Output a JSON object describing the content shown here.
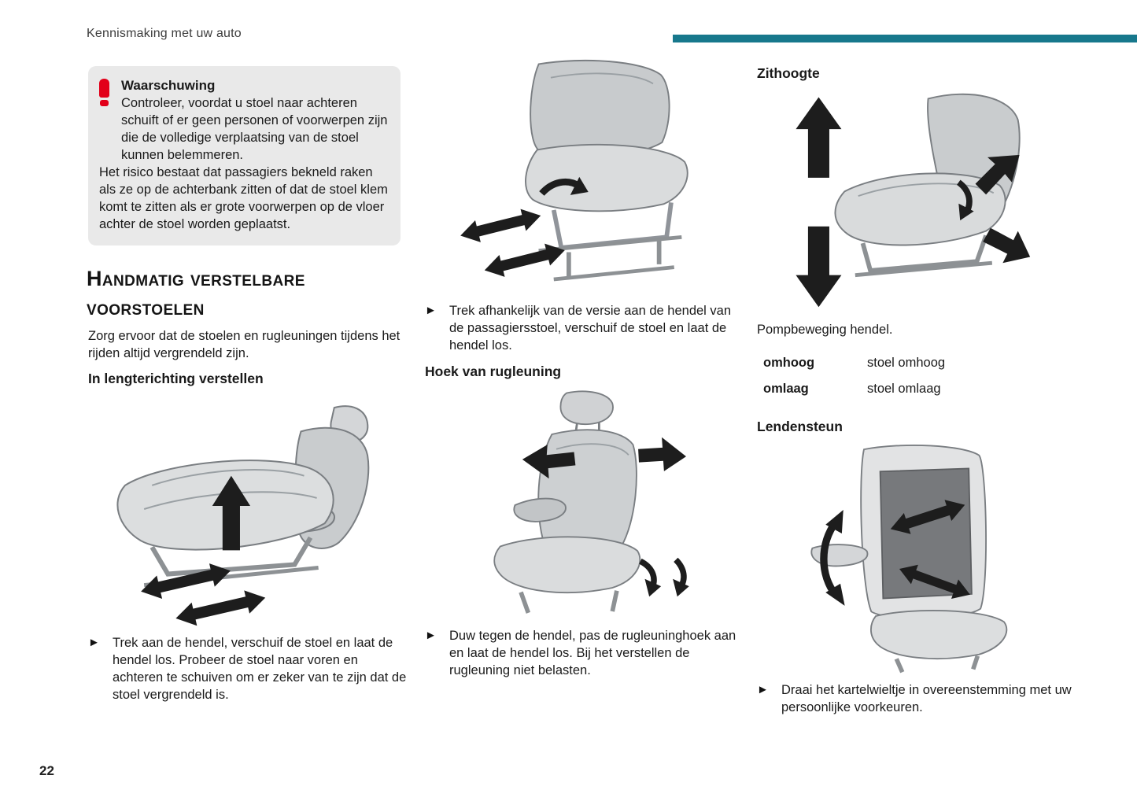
{
  "colors": {
    "teal": "#17788c",
    "warning_red": "#e2001a"
  },
  "ui": {
    "bullet_marker": "►"
  },
  "header": {
    "breadcrumb": "Kennismaking met uw auto"
  },
  "footer": {
    "page_number": "22"
  },
  "warning": {
    "title": "Waarschuwing",
    "p1": "Controleer, voordat u stoel naar achteren schuift of er geen personen of voorwerpen zijn die de volledige verplaatsing van de stoel kunnen belemmeren.",
    "p2": "Het risico bestaat dat passagiers bekneld raken als ze op de achterbank zitten of dat de stoel klem komt te zitten als er grote voorwerpen op de vloer achter de stoel worden geplaatst."
  },
  "section": {
    "title": "Handmatig verstelbare voorstoelen",
    "intro": "Zorg ervoor dat de stoelen en rugleuningen tijdens het rijden altijd vergrendeld zijn."
  },
  "length_adjust": {
    "heading": "In lengterichting verstellen",
    "bullet": "Trek aan de hendel, verschuif de stoel en laat de hendel los. Probeer de stoel naar voren en achteren te schuiven om er zeker van te zijn dat de stoel vergrendeld is."
  },
  "passenger_slide": {
    "bullet": "Trek afhankelijk van de versie aan de hendel van de passagiersstoel, verschuif de stoel en laat de hendel los."
  },
  "backrest_angle": {
    "heading": "Hoek van rugleuning",
    "bullet": "Duw tegen de hendel, pas de rugleuninghoek aan en laat de hendel los. Bij het verstellen de rugleuning niet belasten."
  },
  "seat_height": {
    "heading": "Zithoogte",
    "note": "Pompbeweging hendel.",
    "table": [
      {
        "action": "omhoog",
        "result": "stoel omhoog"
      },
      {
        "action": "omlaag",
        "result": "stoel omlaag"
      }
    ]
  },
  "lumbar": {
    "heading": "Lendensteun",
    "bullet": "Draai het kartelwieltje in overeenstemming met uw persoonlijke voorkeuren."
  }
}
